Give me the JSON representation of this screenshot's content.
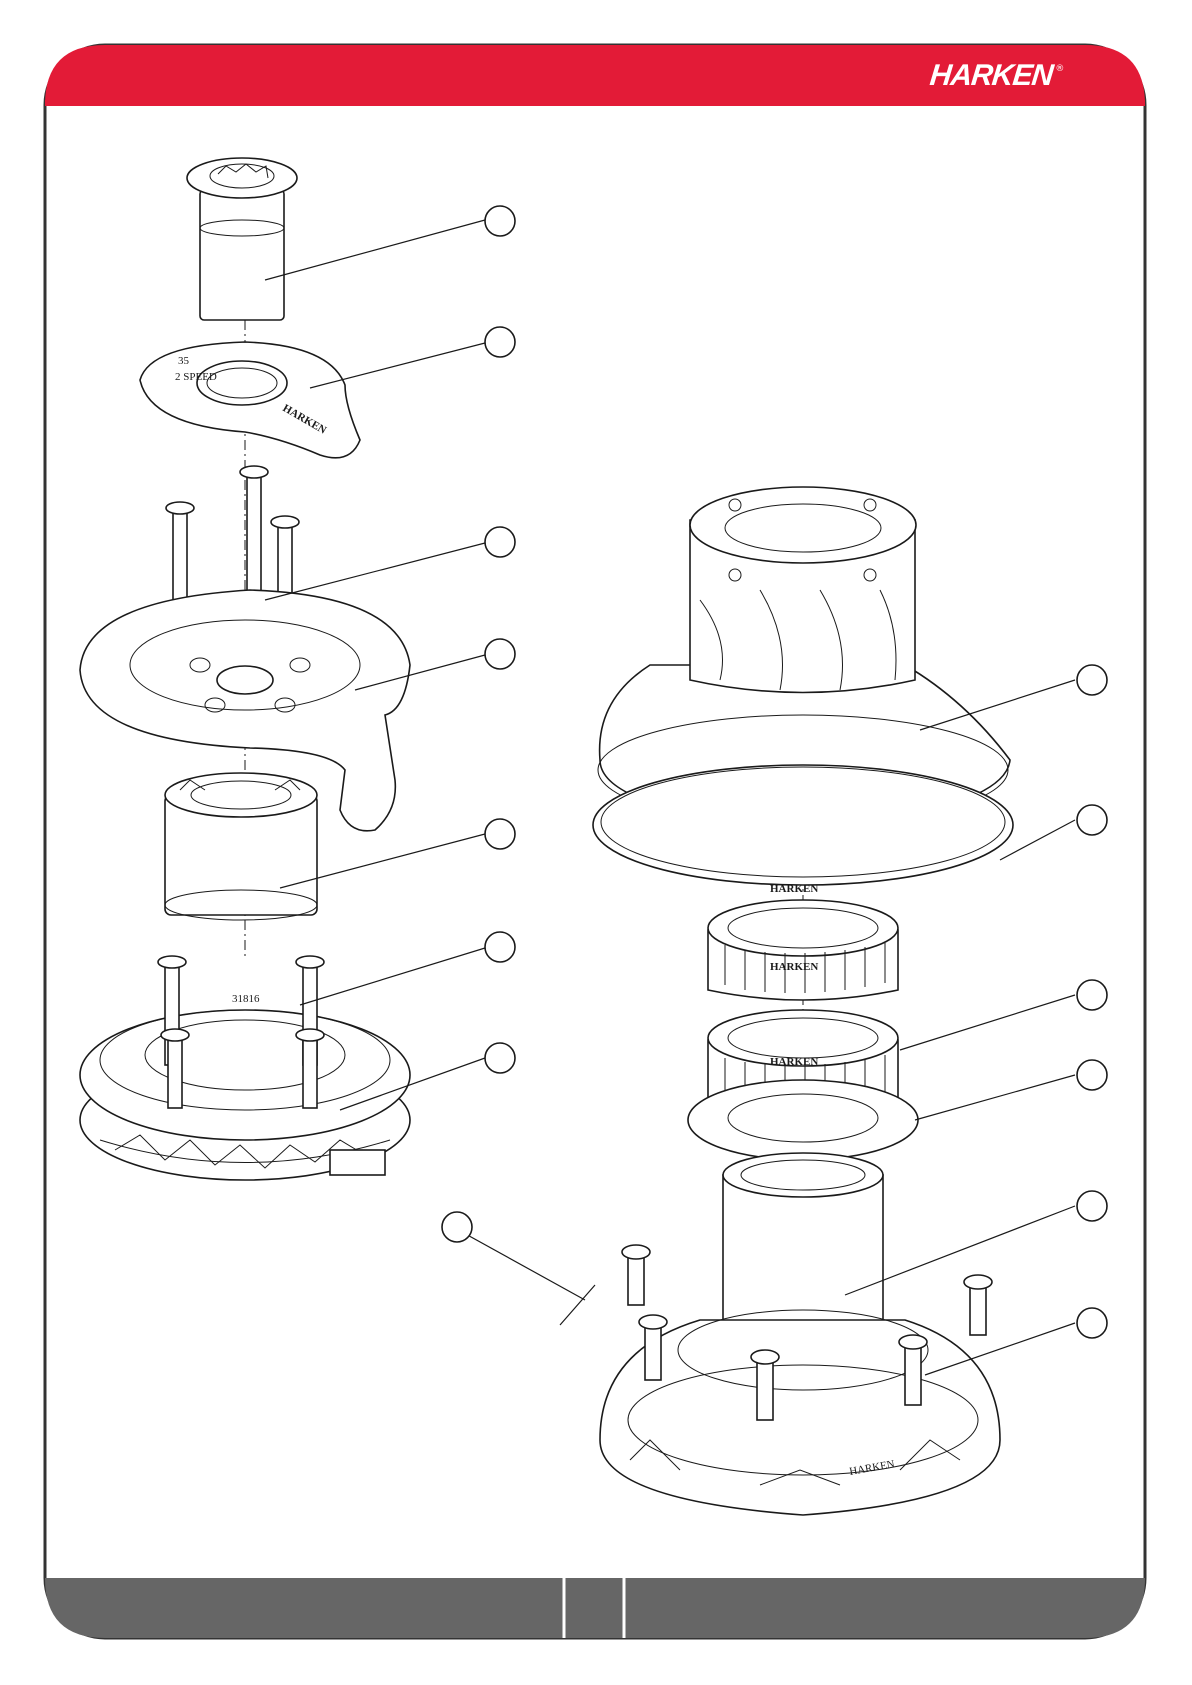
{
  "brand": {
    "logo_text": "HARKEN",
    "registered_mark": "®",
    "header_color": "#E31B37",
    "footer_color": "#666666",
    "border_color": "#333333"
  },
  "engravings": {
    "top_plate_number": "35",
    "top_plate_speed": "2 SPEED",
    "top_plate_brand": "HARKEN",
    "bearing_upper_brand": "HARKEN",
    "bearing_mid_brand": "HARKEN",
    "bearing_lower_brand": "HARKEN",
    "ring_mark": "31816",
    "base_mark": "HARKEN"
  },
  "footer": {
    "left_text": "",
    "page_number": "",
    "right_text": ""
  },
  "callouts": {
    "count": 14
  }
}
